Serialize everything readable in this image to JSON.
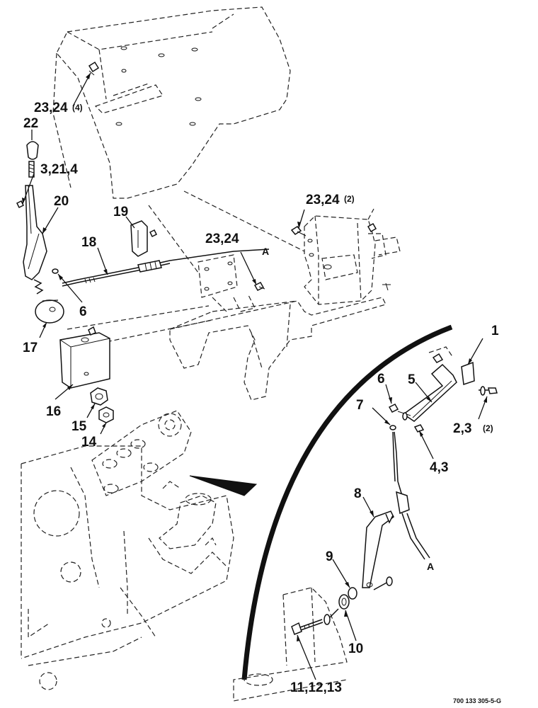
{
  "callouts": {
    "c1": "1",
    "c2_3": "2,3",
    "c2_3_qty": "(2)",
    "c3_21_4": "3,21,4",
    "c4_3": "4,3",
    "c5": "5",
    "c6_left": "6",
    "c6_right": "6",
    "c7": "7",
    "c8": "8",
    "c9": "9",
    "c10": "10",
    "c11_12_13": "11,12,13",
    "c14": "14",
    "c15": "15",
    "c16": "16",
    "c17": "17",
    "c18": "18",
    "c19": "19",
    "c20": "20",
    "c22": "22",
    "c23_24_top": "23,24",
    "c23_24_top_qty": "(4)",
    "c23_24_right": "23,24",
    "c23_24_right_qty": "(2)",
    "c23_24_mid": "23,24",
    "label_a_upper": "A",
    "label_a_lower": "A"
  },
  "figure_id": "700 133 305-5-G"
}
